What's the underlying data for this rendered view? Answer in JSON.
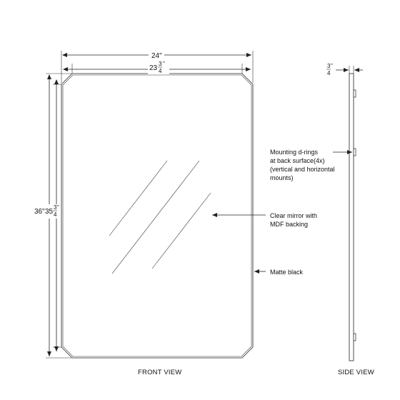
{
  "front_view": {
    "width_label": "24\"",
    "inner_width_whole": "23",
    "inner_width_num": "3",
    "inner_width_den": "4",
    "inner_width_unit": "\"",
    "height_label": "36\"",
    "inner_height_whole": "35",
    "inner_height_num": "3",
    "inner_height_den": "4",
    "inner_height_unit": "\"",
    "caption": "FRONT VIEW"
  },
  "side_view": {
    "depth_num": "3",
    "depth_den": "4",
    "depth_unit": "\"",
    "caption": "SIDE VIEW"
  },
  "callouts": {
    "d_rings_line1": "Mounting d-rings",
    "d_rings_line2": "at back surface(4x)",
    "d_rings_line3": "(vertical and horizontal",
    "d_rings_line4": "mounts)",
    "mirror_line1": "Clear mirror with",
    "mirror_line2": "MDF backing",
    "frame": "Matte black"
  }
}
